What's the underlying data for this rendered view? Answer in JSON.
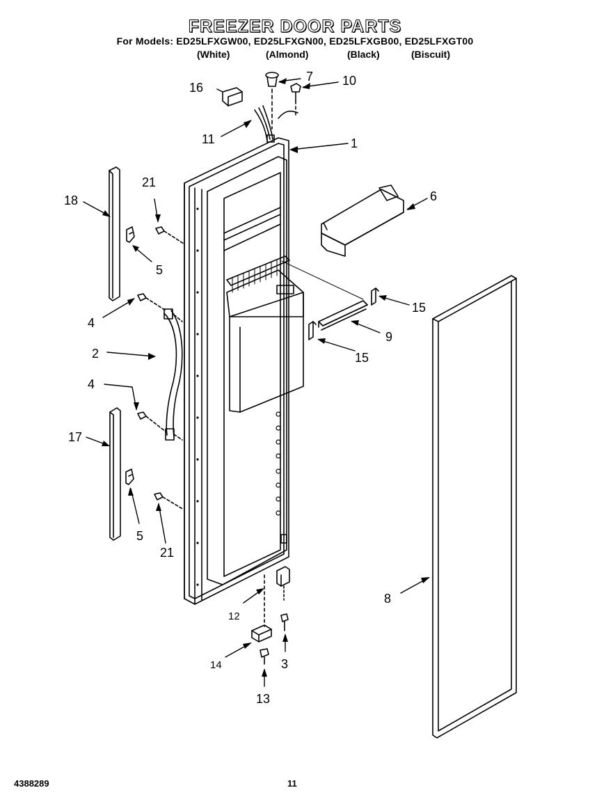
{
  "header": {
    "title": "FREEZER DOOR PARTS",
    "models_line": "For Models: ED25LFXGW00, ED25LFXGN00, ED25LFXGB00, ED25LFXGT00",
    "colors": [
      "(White)",
      "(Almond)",
      "(Black)",
      "(Biscuit)"
    ]
  },
  "callouts": {
    "c1": "1",
    "c2": "2",
    "c3": "3",
    "c4a": "4",
    "c4b": "4",
    "c5a": "5",
    "c5b": "5",
    "c6": "6",
    "c7": "7",
    "c8": "8",
    "c9": "9",
    "c10": "10",
    "c11": "11",
    "c12": "12",
    "c13": "13",
    "c14": "14",
    "c15a": "15",
    "c15b": "15",
    "c16": "16",
    "c17": "17",
    "c18": "18",
    "c21a": "21",
    "c21b": "21"
  },
  "footer": {
    "doc_number": "4388289",
    "page_number": "11"
  }
}
